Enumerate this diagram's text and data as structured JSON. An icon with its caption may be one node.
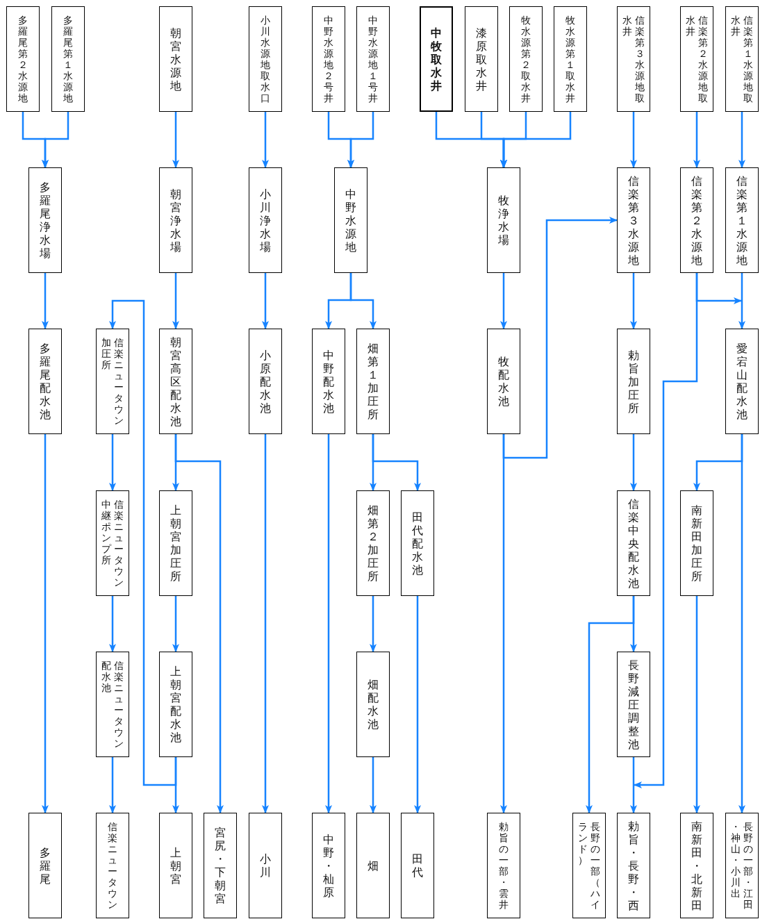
{
  "diagram": {
    "nodes": [
      {
        "text": [
          "多羅尾第２水源地"
        ]
      },
      {
        "text": [
          "多羅尾第１水源地"
        ]
      },
      {
        "text": [
          "朝宮水源地"
        ]
      },
      {
        "text": [
          "小川水源地取水口"
        ]
      },
      {
        "text": [
          "中野水源地２号井"
        ]
      },
      {
        "text": [
          "中野水源地１号井"
        ]
      },
      {
        "text": [
          "中牧取水井"
        ]
      },
      {
        "text": [
          "漆原取水井"
        ]
      },
      {
        "text": [
          "牧水源第２取水井"
        ]
      },
      {
        "text": [
          "牧水源第１取水井"
        ]
      },
      {
        "text": [
          "信楽第３水源地取水井"
        ]
      },
      {
        "text": [
          "信楽第２水源地取水井"
        ]
      },
      {
        "text": [
          "信楽第１水源地取水井"
        ]
      },
      {
        "text": [
          "多羅尾浄水場"
        ]
      },
      {
        "text": [
          "朝宮浄水場"
        ]
      },
      {
        "text": [
          "小川浄水場"
        ]
      },
      {
        "text": [
          "中野水源地"
        ]
      },
      {
        "text": [
          "牧浄水場"
        ]
      },
      {
        "text": [
          "信楽第３水源地"
        ]
      },
      {
        "text": [
          "信楽第２水源地"
        ]
      },
      {
        "text": [
          "信楽第１水源地"
        ]
      },
      {
        "text": [
          "多羅尾配水池"
        ]
      },
      {
        "text": [
          "信楽ニュータウン加圧所"
        ]
      },
      {
        "text": [
          "朝宮高区配水池"
        ]
      },
      {
        "text": [
          "小原配水池"
        ]
      },
      {
        "text": [
          "中野配水池"
        ]
      },
      {
        "text": [
          "畑第１加圧所"
        ]
      },
      {
        "text": [
          "牧配水池"
        ]
      },
      {
        "text": [
          "勅旨加圧所"
        ]
      },
      {
        "text": [
          "愛宕山配水池"
        ]
      },
      {
        "text": [
          "信楽ニュータウン中継ポンプ所"
        ]
      },
      {
        "text": [
          "上朝宮加圧所"
        ]
      },
      {
        "text": [
          "畑第２加圧所"
        ]
      },
      {
        "text": [
          "田代配水池"
        ]
      },
      {
        "text": [
          "信楽中央配水池"
        ]
      },
      {
        "text": [
          "南新田加圧所"
        ]
      },
      {
        "text": [
          "信楽ニュータウン配水池"
        ]
      },
      {
        "text": [
          "上朝宮配水池"
        ]
      },
      {
        "text": [
          "畑配水池"
        ]
      },
      {
        "text": [
          "長野減圧調整池"
        ]
      },
      {
        "text": [
          "多羅尾"
        ]
      },
      {
        "text": [
          "信楽ニュータウン"
        ]
      },
      {
        "text": [
          "上朝宮"
        ]
      },
      {
        "text": [
          "宮尻・下朝宮"
        ]
      },
      {
        "text": [
          "小川"
        ]
      },
      {
        "text": [
          "中野・杣原"
        ]
      },
      {
        "text": [
          "畑"
        ]
      },
      {
        "text": [
          "田代"
        ]
      },
      {
        "text": [
          "勅旨の一部・雲井"
        ]
      },
      {
        "text": [
          "長野の一部（ハイランド）"
        ]
      },
      {
        "text": [
          "勅旨・長野・西"
        ]
      },
      {
        "text": [
          "南新田・北新田"
        ]
      },
      {
        "text": [
          "長野の一部・江田・神山・小川出"
        ]
      }
    ],
    "edges": [
      {
        "from": 0,
        "to": 13,
        "arrow": "to"
      },
      {
        "from": 1,
        "to": 13,
        "arrow": "to"
      },
      {
        "from": 2,
        "to": 14,
        "arrow": "to"
      },
      {
        "from": 3,
        "to": 15,
        "arrow": "to"
      },
      {
        "from": 4,
        "to": 16,
        "arrow": "to"
      },
      {
        "from": 5,
        "to": 16,
        "arrow": "to"
      },
      {
        "from": 6,
        "to": 17,
        "arrow": "to"
      },
      {
        "from": 7,
        "to": 17,
        "arrow": "to"
      },
      {
        "from": 8,
        "to": 17,
        "arrow": "to"
      },
      {
        "from": 9,
        "to": 17,
        "arrow": "to"
      },
      {
        "from": 10,
        "to": 18,
        "arrow": "to"
      },
      {
        "from": 11,
        "to": 19,
        "arrow": "to"
      },
      {
        "from": 12,
        "to": 20,
        "arrow": "to"
      },
      {
        "from": 13,
        "to": 21,
        "arrow": "to"
      },
      {
        "from": 14,
        "to": 23,
        "arrow": "to"
      },
      {
        "from": 15,
        "to": 24,
        "arrow": "to"
      },
      {
        "from": 16,
        "to": 25,
        "arrow": "to"
      },
      {
        "from": 16,
        "to": 26,
        "arrow": "to"
      },
      {
        "from": 17,
        "to": 27,
        "arrow": "to"
      },
      {
        "from": 27,
        "to": 18,
        "arrow": "to"
      },
      {
        "from": 18,
        "to": 28,
        "arrow": "to"
      },
      {
        "from": 20,
        "to": 29,
        "arrow": "to"
      },
      {
        "from": 19,
        "to": 29,
        "arrow": "to"
      },
      {
        "from": 19,
        "to": 50,
        "arrow": "to"
      },
      {
        "from": 37,
        "to": 22,
        "arrow": "to"
      },
      {
        "from": 22,
        "to": 30,
        "arrow": "to"
      },
      {
        "from": 30,
        "to": 36,
        "arrow": "to"
      },
      {
        "from": 36,
        "to": 41,
        "arrow": "to"
      },
      {
        "from": 23,
        "to": 31,
        "arrow": "to"
      },
      {
        "from": 23,
        "to": 43,
        "arrow": "to"
      },
      {
        "from": 31,
        "to": 37,
        "arrow": "to"
      },
      {
        "from": 37,
        "to": 42,
        "arrow": "to"
      },
      {
        "from": 21,
        "to": 40,
        "arrow": "to"
      },
      {
        "from": 24,
        "to": 44,
        "arrow": "to"
      },
      {
        "from": 25,
        "to": 45,
        "arrow": "to"
      },
      {
        "from": 26,
        "to": 32,
        "arrow": "to"
      },
      {
        "from": 26,
        "to": 33,
        "arrow": "to"
      },
      {
        "from": 32,
        "to": 38,
        "arrow": "to"
      },
      {
        "from": 38,
        "to": 46,
        "arrow": "to"
      },
      {
        "from": 33,
        "to": 47,
        "arrow": "to"
      },
      {
        "from": 27,
        "to": 48,
        "arrow": "to"
      },
      {
        "from": 28,
        "to": 34,
        "arrow": "to"
      },
      {
        "from": 34,
        "to": 39,
        "arrow": "to"
      },
      {
        "from": 34,
        "to": 49,
        "arrow": "to"
      },
      {
        "from": 39,
        "to": 50,
        "arrow": "to"
      },
      {
        "from": 29,
        "to": 35,
        "arrow": "to"
      },
      {
        "from": 29,
        "to": 52,
        "arrow": "to"
      },
      {
        "from": 35,
        "to": 51,
        "arrow": "to"
      }
    ]
  }
}
